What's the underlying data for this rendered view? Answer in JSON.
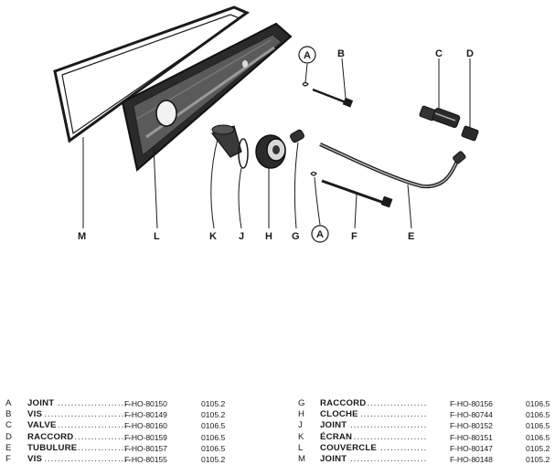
{
  "diagram": {
    "callouts": [
      "A",
      "B",
      "C",
      "D",
      "M",
      "L",
      "K",
      "J",
      "H",
      "G",
      "A",
      "F",
      "E"
    ]
  },
  "parts": [
    {
      "letter": "A",
      "name": "JOINT",
      "ref": "F-HO-80150",
      "code": "0105.2"
    },
    {
      "letter": "B",
      "name": "VIS",
      "ref": "F-HO-80149",
      "code": "0105.2"
    },
    {
      "letter": "C",
      "name": "VALVE",
      "ref": "F-HO-80160",
      "code": "0106.5"
    },
    {
      "letter": "D",
      "name": "RACCORD",
      "ref": "F-HO-80159",
      "code": "0106.5"
    },
    {
      "letter": "E",
      "name": "TUBULURE",
      "ref": "F-HO-80157",
      "code": "0106.5"
    },
    {
      "letter": "F",
      "name": "VIS",
      "ref": "F-HO-80155",
      "code": "0105.2"
    },
    {
      "letter": "G",
      "name": "RACCORD",
      "ref": "F-HO-80156",
      "code": "0106.5"
    },
    {
      "letter": "H",
      "name": "CLOCHE",
      "ref": "F-HO-80744",
      "code": "0106.5"
    },
    {
      "letter": "J",
      "name": "JOINT",
      "ref": "F-HO-80152",
      "code": "0106.5"
    },
    {
      "letter": "K",
      "name": "ÉCRAN",
      "ref": "F-HO-80151",
      "code": "0106.5"
    },
    {
      "letter": "L",
      "name": "COUVERCLE",
      "ref": "F-HO-80147",
      "code": "0105.2"
    },
    {
      "letter": "M",
      "name": "JOINT",
      "ref": "F-HO-80148",
      "code": "0105.2"
    }
  ]
}
